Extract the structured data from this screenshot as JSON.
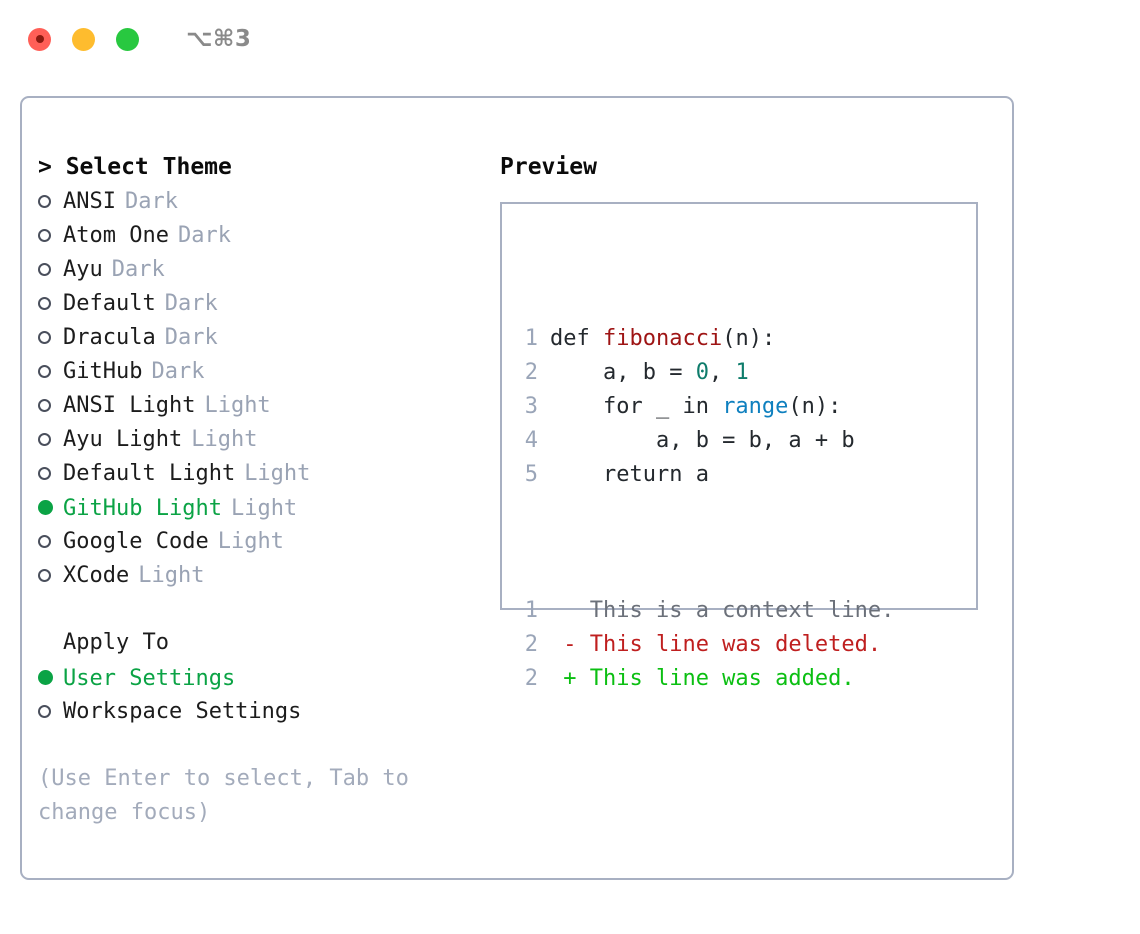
{
  "titlebar": {
    "shortcut": "⌥⌘3",
    "lights": [
      {
        "name": "close",
        "color": "#ff5f57"
      },
      {
        "name": "minimize",
        "color": "#febc2e"
      },
      {
        "name": "maximize",
        "color": "#28c840"
      }
    ]
  },
  "theme_panel": {
    "header": "> Select Theme",
    "options": [
      {
        "label": "ANSI",
        "variant": "Dark",
        "selected": false
      },
      {
        "label": "Atom One",
        "variant": "Dark",
        "selected": false
      },
      {
        "label": "Ayu",
        "variant": "Dark",
        "selected": false
      },
      {
        "label": "Default",
        "variant": "Dark",
        "selected": false
      },
      {
        "label": "Dracula",
        "variant": "Dark",
        "selected": false
      },
      {
        "label": "GitHub",
        "variant": "Dark",
        "selected": false
      },
      {
        "label": "ANSI Light",
        "variant": "Light",
        "selected": false
      },
      {
        "label": "Ayu Light",
        "variant": "Light",
        "selected": false
      },
      {
        "label": "Default Light",
        "variant": "Light",
        "selected": false
      },
      {
        "label": "GitHub Light",
        "variant": "Light",
        "selected": true
      },
      {
        "label": "Google Code",
        "variant": "Light",
        "selected": false
      },
      {
        "label": "XCode",
        "variant": "Light",
        "selected": false
      }
    ],
    "apply_to": {
      "header": "Apply To",
      "options": [
        {
          "label": "User Settings",
          "selected": true
        },
        {
          "label": "Workspace Settings",
          "selected": false
        }
      ]
    },
    "hint": "(Use Enter to select, Tab to change focus)"
  },
  "preview": {
    "header": "Preview",
    "code_lines": [
      {
        "n": "1",
        "tokens": [
          {
            "t": "def ",
            "c": "kw"
          },
          {
            "t": "fibonacci",
            "c": "fn"
          },
          {
            "t": "(n):",
            "c": "plain"
          }
        ]
      },
      {
        "n": "2",
        "tokens": [
          {
            "t": "    a, b = ",
            "c": "plain"
          },
          {
            "t": "0",
            "c": "num"
          },
          {
            "t": ", ",
            "c": "plain"
          },
          {
            "t": "1",
            "c": "num"
          }
        ]
      },
      {
        "n": "3",
        "tokens": [
          {
            "t": "    for _ in ",
            "c": "plain"
          },
          {
            "t": "range",
            "c": "bi"
          },
          {
            "t": "(n):",
            "c": "plain"
          }
        ]
      },
      {
        "n": "4",
        "tokens": [
          {
            "t": "        a, b = b, a + b",
            "c": "plain"
          }
        ]
      },
      {
        "n": "5",
        "tokens": [
          {
            "t": "    return a",
            "c": "plain"
          }
        ]
      }
    ],
    "diff_lines": [
      {
        "n": "1",
        "sign": " ",
        "text": "This is a context line.",
        "kind": "ctx"
      },
      {
        "n": "2",
        "sign": "-",
        "text": "This line was deleted.",
        "kind": "del"
      },
      {
        "n": "2",
        "sign": "+",
        "text": "This line was added.",
        "kind": "add"
      }
    ]
  },
  "colors": {
    "accent_green": "#0ba345",
    "border": "#a8b0c2",
    "muted": "#9aa3b4",
    "diff_add": "#0bbf12",
    "diff_del": "#bf1f1f",
    "syntax_function": "#9e1414",
    "syntax_number": "#0e7c6b",
    "syntax_builtin": "#0f80bf"
  }
}
